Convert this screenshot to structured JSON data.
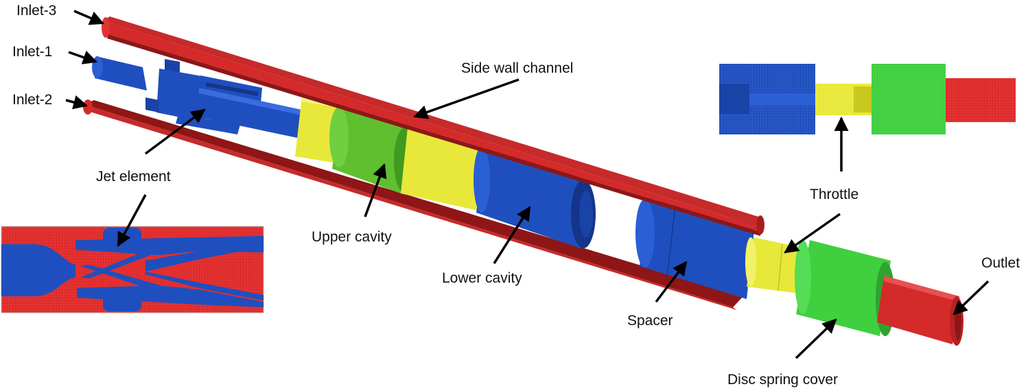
{
  "labels": {
    "inlet3": "Inlet-3",
    "inlet1": "Inlet-1",
    "inlet2": "Inlet-2",
    "side_wall_channel": "Side wall channel",
    "jet_element": "Jet element",
    "upper_cavity": "Upper cavity",
    "lower_cavity": "Lower cavity",
    "spacer": "Spacer",
    "throttle": "Throttle",
    "outlet": "Outlet",
    "disc_spring_cover": "Disc spring cover"
  },
  "colors": {
    "channel_red": "#d42a2a",
    "channel_dark": "#8e1616",
    "body_blue": "#1f4fbf",
    "blue_dark": "#14358a",
    "upper_green": "#5fbf2f",
    "spring_green": "#3fcf3f",
    "yellow": "#e8e83a",
    "arrow": "#000000"
  }
}
